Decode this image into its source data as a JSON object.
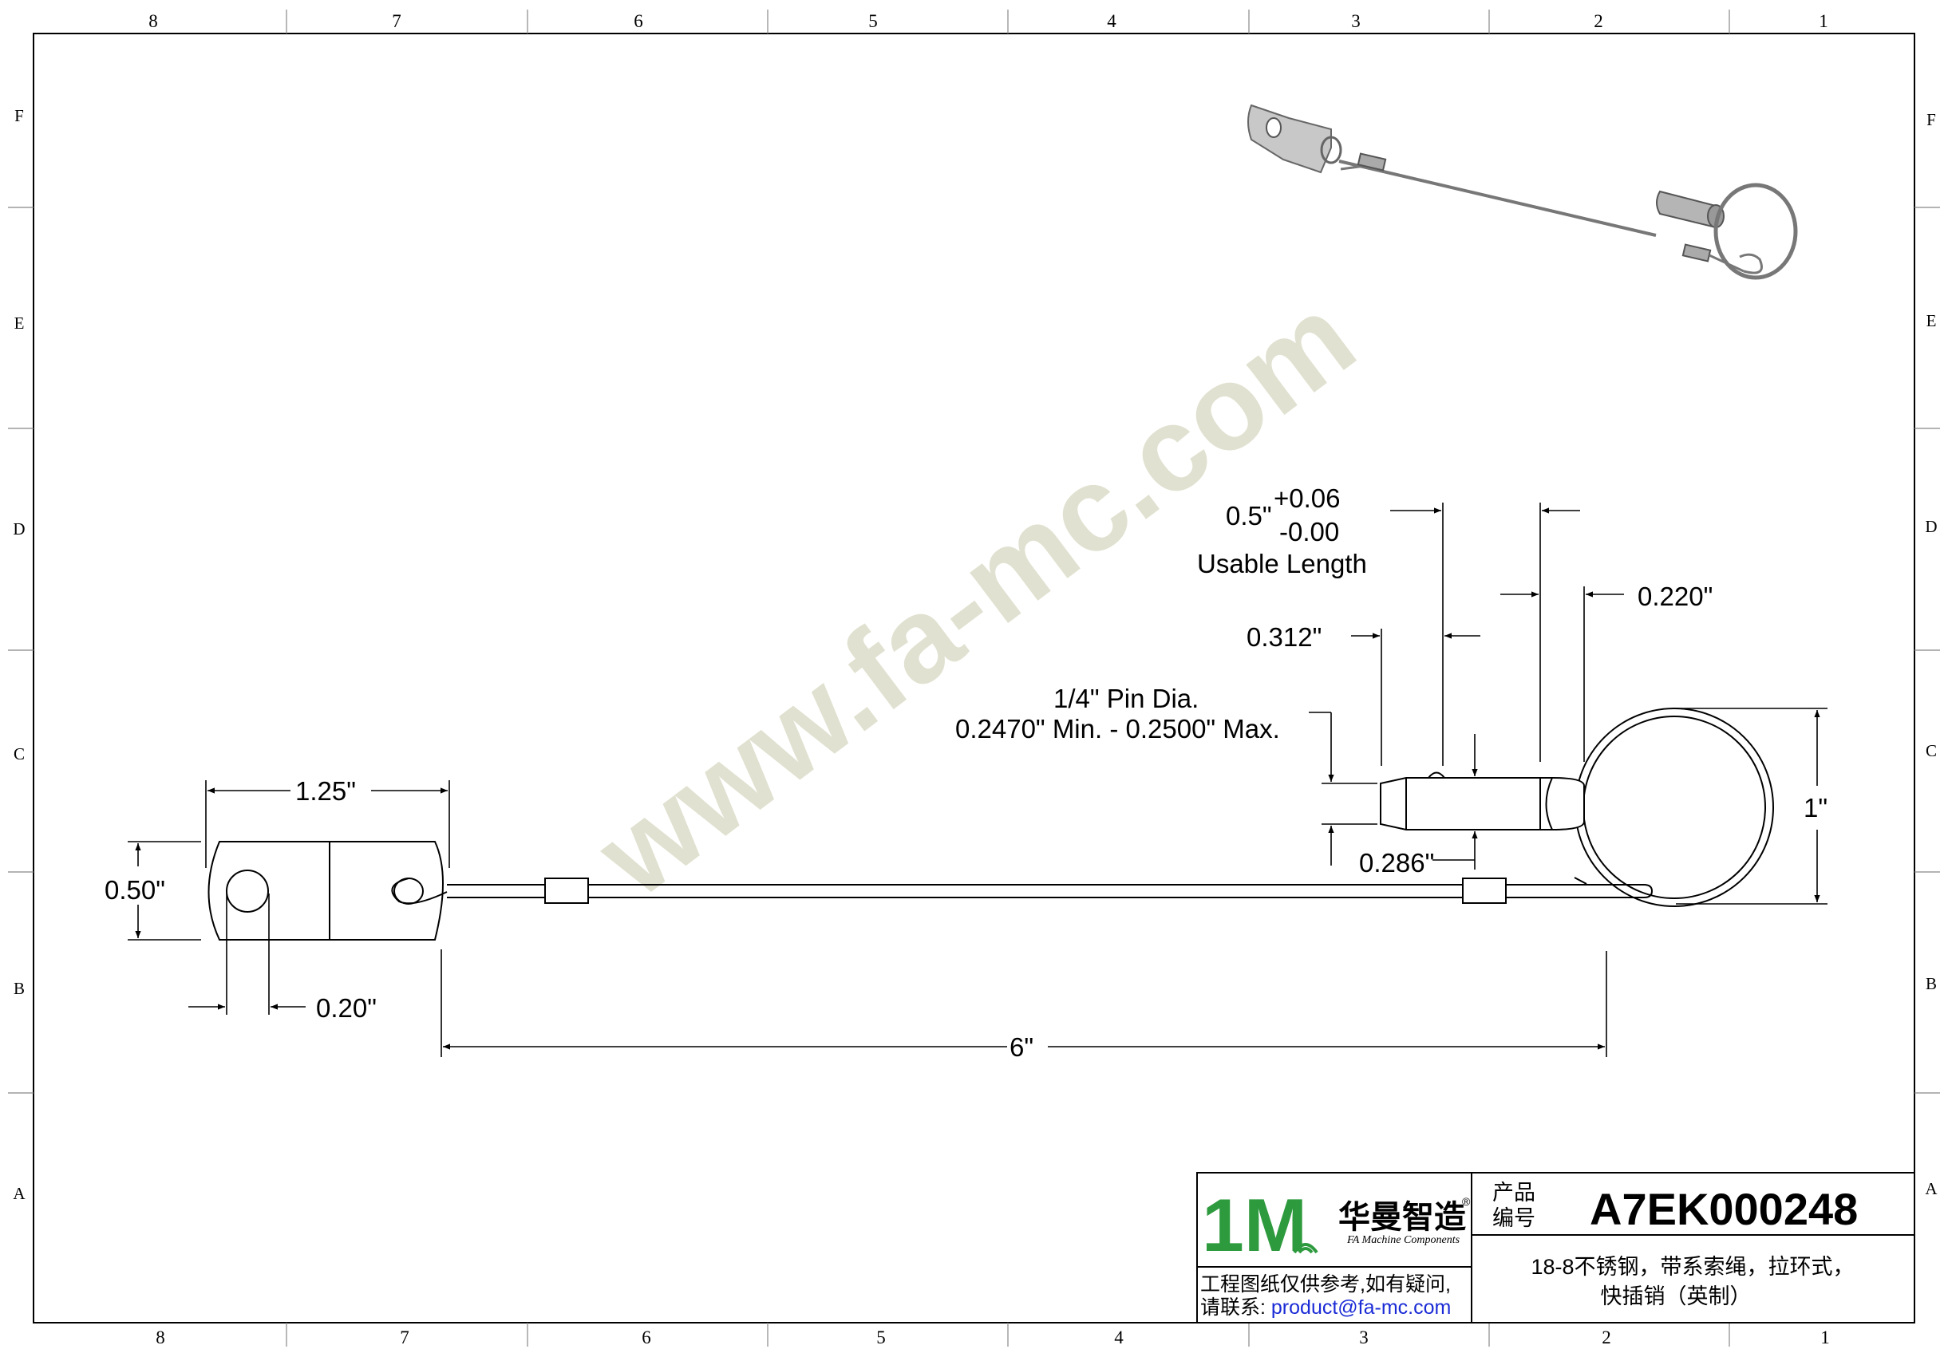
{
  "grid": {
    "columns": [
      "8",
      "7",
      "6",
      "5",
      "4",
      "3",
      "2",
      "1"
    ],
    "rows": [
      "F",
      "E",
      "D",
      "C",
      "B",
      "A"
    ]
  },
  "watermark": "www.fa-mc.com",
  "dimensions": {
    "usable_main": "0.5\"",
    "usable_plus": "+0.06",
    "usable_minus": "-0.00",
    "usable_label": "Usable Length",
    "d_0312": "0.312\"",
    "d_0220": "0.220\"",
    "pin_dia_line1": "1/4\" Pin Dia.",
    "pin_dia_line2": "0.2470\" Min. - 0.2500\" Max.",
    "d_0286": "0.286\"",
    "d_125": "1.25\"",
    "d_050": "0.50\"",
    "d_020": "0.20\"",
    "d_6": "6\"",
    "d_1": "1\""
  },
  "title_block": {
    "logo_mark": "1M",
    "company_name": "华曼智造",
    "registered": "®",
    "company_en": "FA Machine Components",
    "note_line1": "工程图纸仅供参考,如有疑问,",
    "note_line2_prefix": "请联系: ",
    "email": "product@fa-mc.com",
    "label_line1": "产品",
    "label_line2": "编号",
    "part_number": "A7EK000248",
    "desc_line1": "18-8不锈钢，带系索绳，拉环式，",
    "desc_line2": "快插销（英制）"
  },
  "colors": {
    "line": "#000000",
    "logo_green": "#2e9a3e",
    "logo_blue": "#2b3f9e",
    "email_blue": "#1a2bd6",
    "watermark": "#d8d8c2"
  }
}
